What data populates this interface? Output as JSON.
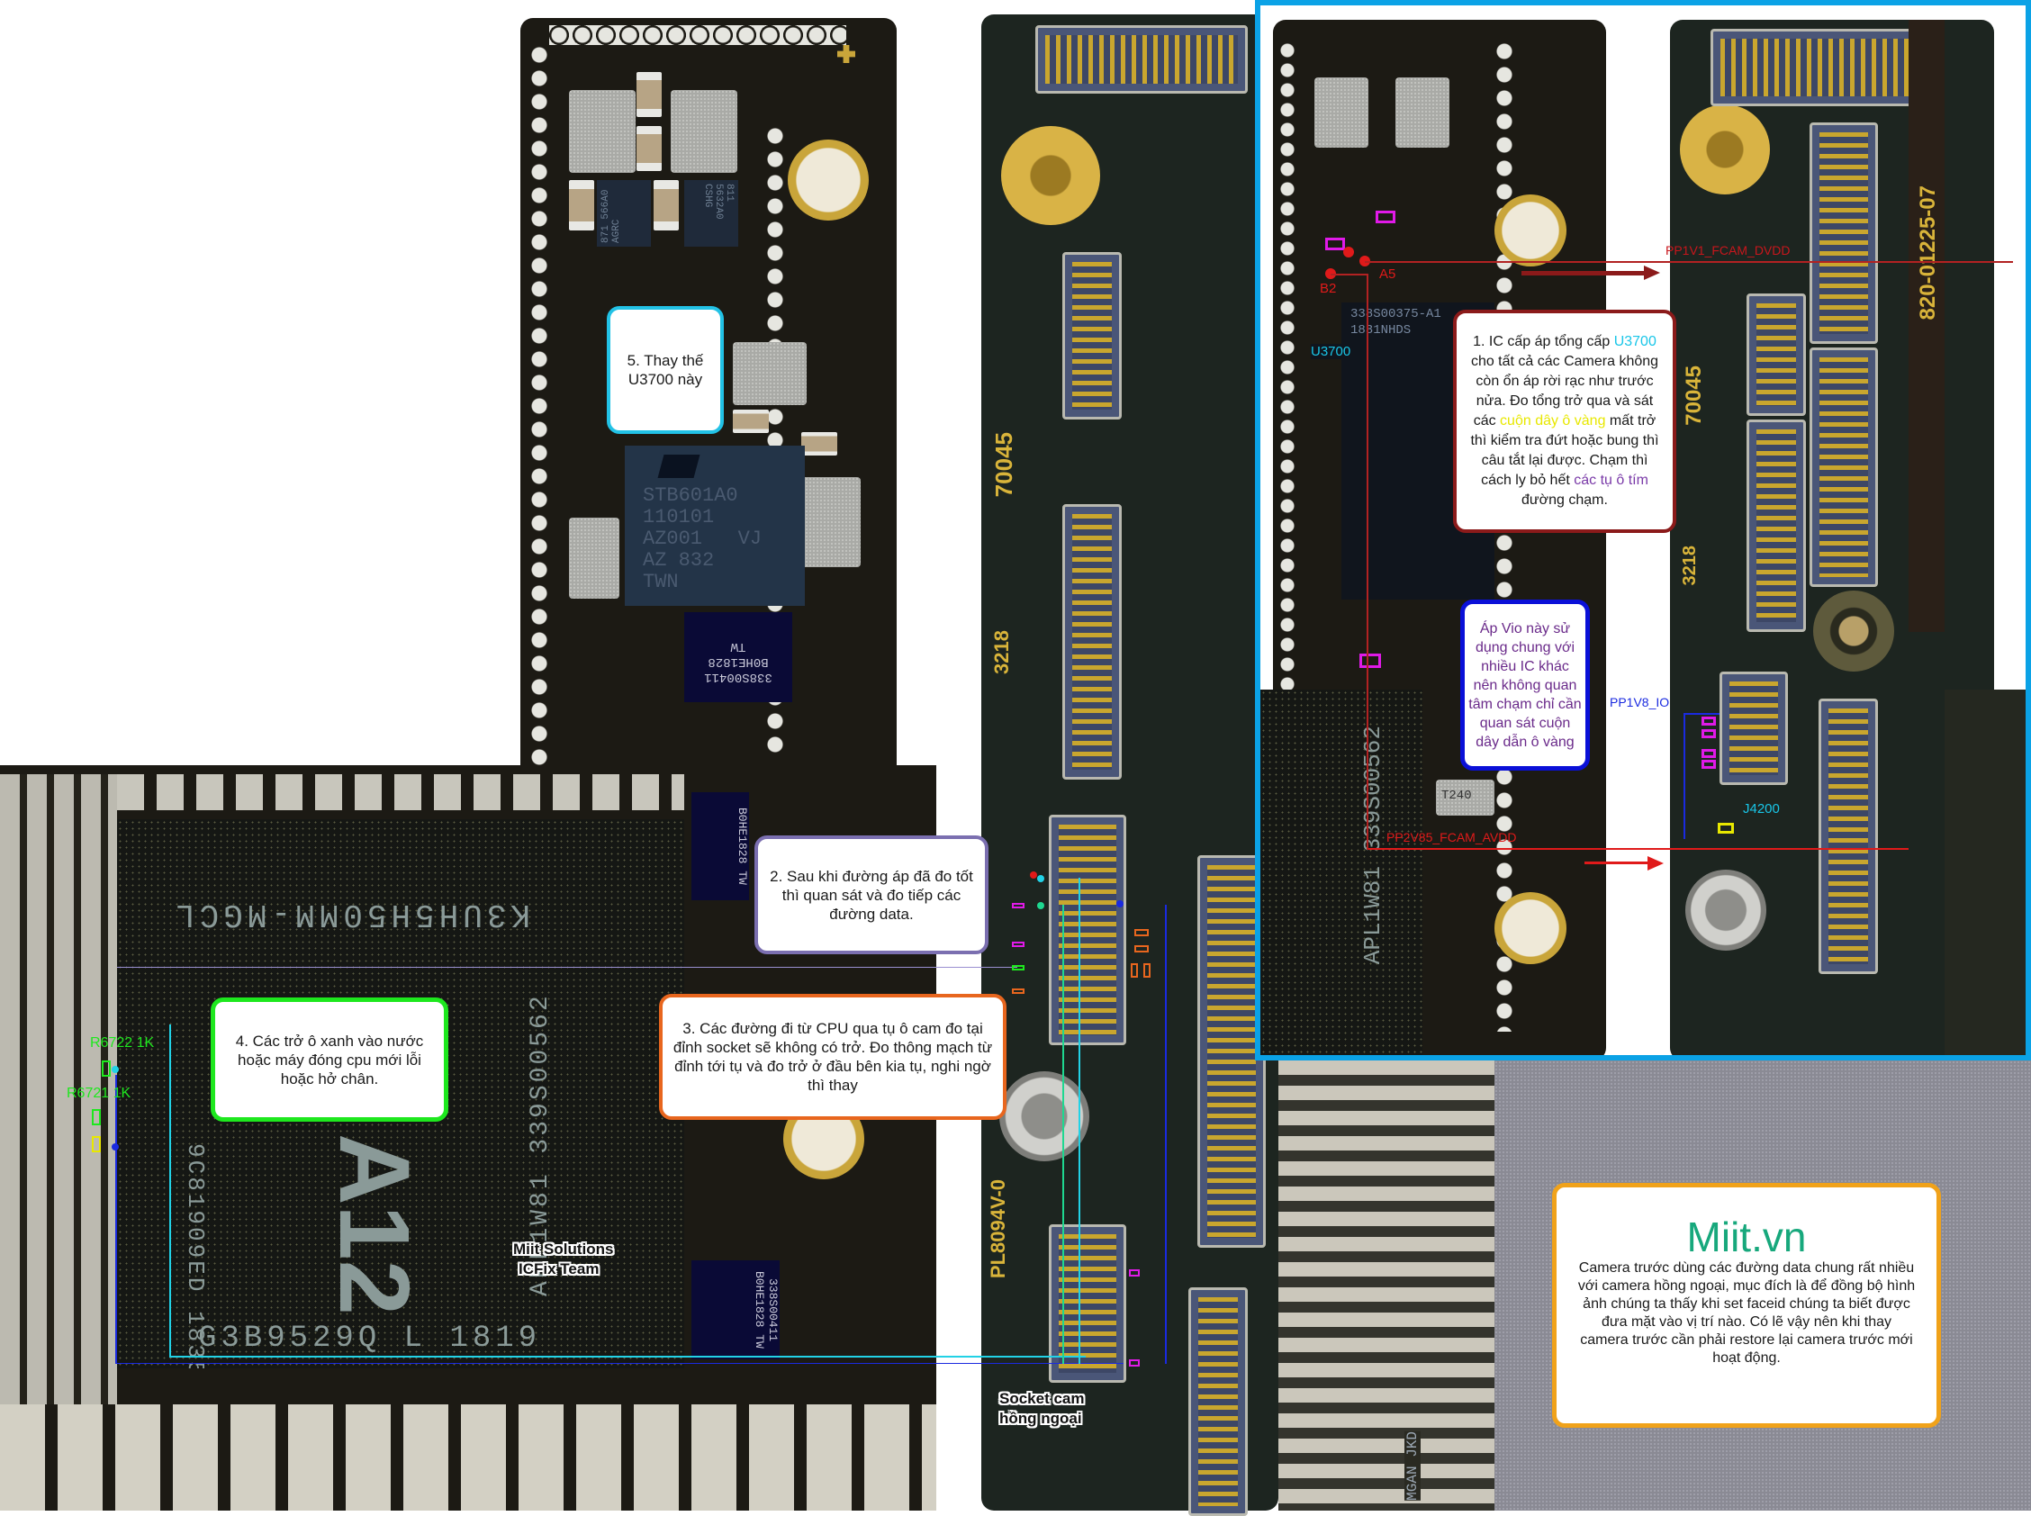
{
  "callouts": {
    "c1": {
      "number": "1.",
      "part1": " IC cấp áp tổng cấp ",
      "highlight_ic": "U3700",
      "part2": " cho tất cả các Camera không còn ổn áp rời rạc như trước nửa. Đo tổng trở qua và sát các ",
      "highlight_coil": "cuộn dây ô vàng",
      "part3": " mất trở thì kiểm tra đứt hoặc bung thì câu tắt lại được. Chạm thì cách ly bỏ hết ",
      "highlight_caps": "các tụ ô tím",
      "part4": " đường chạm."
    },
    "c2": "2. Sau khi đường áp đã đo tốt thì quan sát và đo tiếp các đường data.",
    "c3": "3. Các đường đi từ CPU qua tụ ô cam đo tại đỉnh socket sẽ không có trở. Đo thông mạch từ đỉnh tới tụ và đo trở ở đầu bên kia tụ, nghi ngờ thì thay",
    "c4": "4. Các trở ô xanh vào nước hoặc máy đóng cpu mới lỗi hoặc hở chân.",
    "c5": "5. Thay thế U3700 này",
    "vio": "Áp Vio này sử dụng chung với nhiều IC khác nên không quan tâm chạm chỉ cần quan sát cuộn dây dẫn ô vàng",
    "miit_title": "Miit.vn",
    "miit_body": "Camera trước dùng các đường data chung rất nhiều với camera hồng ngoại, mục đích là để đồng bộ hình ảnh chúng ta thấy khi set faceid chúng ta biết được đưa mặt vào vị trí nào. Có lẽ vậy nên khi thay camera trước cần phải restore lại camera trước mới hoạt động."
  },
  "labels": {
    "watermark_line1": "Miit Solutions",
    "watermark_line2": "ICFix Team",
    "socket_ir_line1": "Socket cam",
    "socket_ir_line2": "hồng ngoại",
    "r6722": "R6722 1K",
    "r6721": "R6721 1K",
    "net_dvdd": "PP1V1_FCAM_DVDD",
    "net_avdd": "PP2V85_FCAM_AVDD",
    "net_io": "PP1V8_IO",
    "ref_u3700": "U3700",
    "ref_j4200": "J4200",
    "pin_a5": "A5",
    "pin_b2": "B2"
  },
  "chip_markings": {
    "pmic": [
      "STB601A0",
      "110101",
      "AZ001   VJ",
      "AZ 832",
      "TWN"
    ],
    "pmic_small": [
      "338S00375-A1",
      "1831NHDS"
    ],
    "nav_ic": [
      "338S00411",
      "B0HE1828",
      "TW"
    ],
    "cpu_top": "K3UH5H50MM-MGCL",
    "cpu_brand": "A12",
    "cpu_bottom": "G3B9529Q L 1819",
    "cpu_right": "APL1W81 339S00562",
    "cpu_left": "9C81909ED 1835",
    "small_ic_1": [
      "871",
      "566A0",
      "AGRC"
    ],
    "small_ic_2": [
      "811",
      "5632A0",
      "CSHG"
    ],
    "board_code": "820-01225-07",
    "board_code_2": "70045",
    "board_code_3": "3218",
    "flex_code": "PL8094V-0",
    "t240": "T240",
    "mgan": "MGAN JKD"
  },
  "colors": {
    "inset_border": "#0ba2e6",
    "c1_border": "#8b1a1a",
    "c2_border": "#7b6fb0",
    "c3_border": "#e8661e",
    "c4_border": "#1ee81e",
    "c5_border": "#22c2e6",
    "vio_border": "#0a10d8",
    "miit_border": "#f0a21a",
    "miit_title": "#17a87c",
    "u3700_text": "#19c6e8",
    "coil_text": "#e8e800",
    "caps_text": "#7a3aa8",
    "vio_text": "#6a2a8a"
  }
}
